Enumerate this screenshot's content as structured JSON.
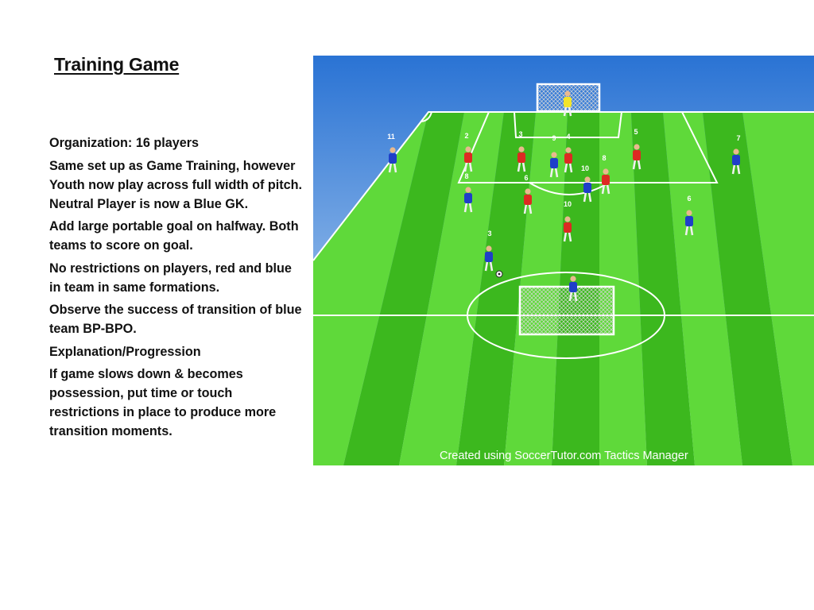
{
  "slide": {
    "title": "Training Game",
    "notes": [
      "Organization: 16 players",
      "Same set up as Game Training, however Youth now play across full width of pitch. Neutral Player is now a Blue GK.",
      "Add large portable goal on halfway. Both teams to score on goal.",
      "No restrictions on players, red and blue in team in same formations.",
      "Observe the success of transition of blue team BP-BPO.",
      "Explanation/Progression",
      "If game slows down & becomes possession, put time or touch restrictions in place to produce  more transition moments."
    ]
  },
  "diagram": {
    "credit": "Created using SoccerTutor.com Tactics Manager",
    "colors": {
      "sky_top": "#2a73d4",
      "sky_bottom": "#cfe4f6",
      "grass_light": "#5fd93a",
      "grass_dark": "#3cb81e",
      "red_team": "#dd2a22",
      "blue_team": "#1f3fc8",
      "goalkeeper": "#f3e42a",
      "lines": "#ffffff"
    },
    "players": [
      {
        "team": "blue",
        "number": "11"
      },
      {
        "team": "red",
        "number": "2"
      },
      {
        "team": "red",
        "number": "3"
      },
      {
        "team": "blue",
        "number": "9"
      },
      {
        "team": "red",
        "number": "4"
      },
      {
        "team": "red",
        "number": "5"
      },
      {
        "team": "blue",
        "number": "7"
      },
      {
        "team": "red",
        "number": "8"
      },
      {
        "team": "blue",
        "number": "10"
      },
      {
        "team": "blue",
        "number": "8"
      },
      {
        "team": "red",
        "number": "6"
      },
      {
        "team": "blue",
        "number": "6"
      },
      {
        "team": "red",
        "number": "10"
      },
      {
        "team": "blue",
        "number": "3"
      },
      {
        "team": "gk_yellow",
        "number": ""
      },
      {
        "team": "gk_blue",
        "number": ""
      }
    ]
  }
}
